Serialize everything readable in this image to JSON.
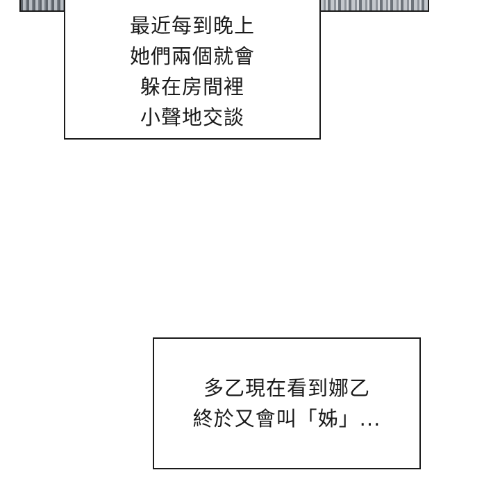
{
  "caption_top": {
    "lines": [
      "最近每到晚上",
      "她們兩個就會",
      "躲在房間裡",
      "小聲地交談"
    ]
  },
  "caption_bottom": {
    "lines": [
      "多乙現在看到娜乙",
      "終於又會叫「姊」..."
    ]
  }
}
